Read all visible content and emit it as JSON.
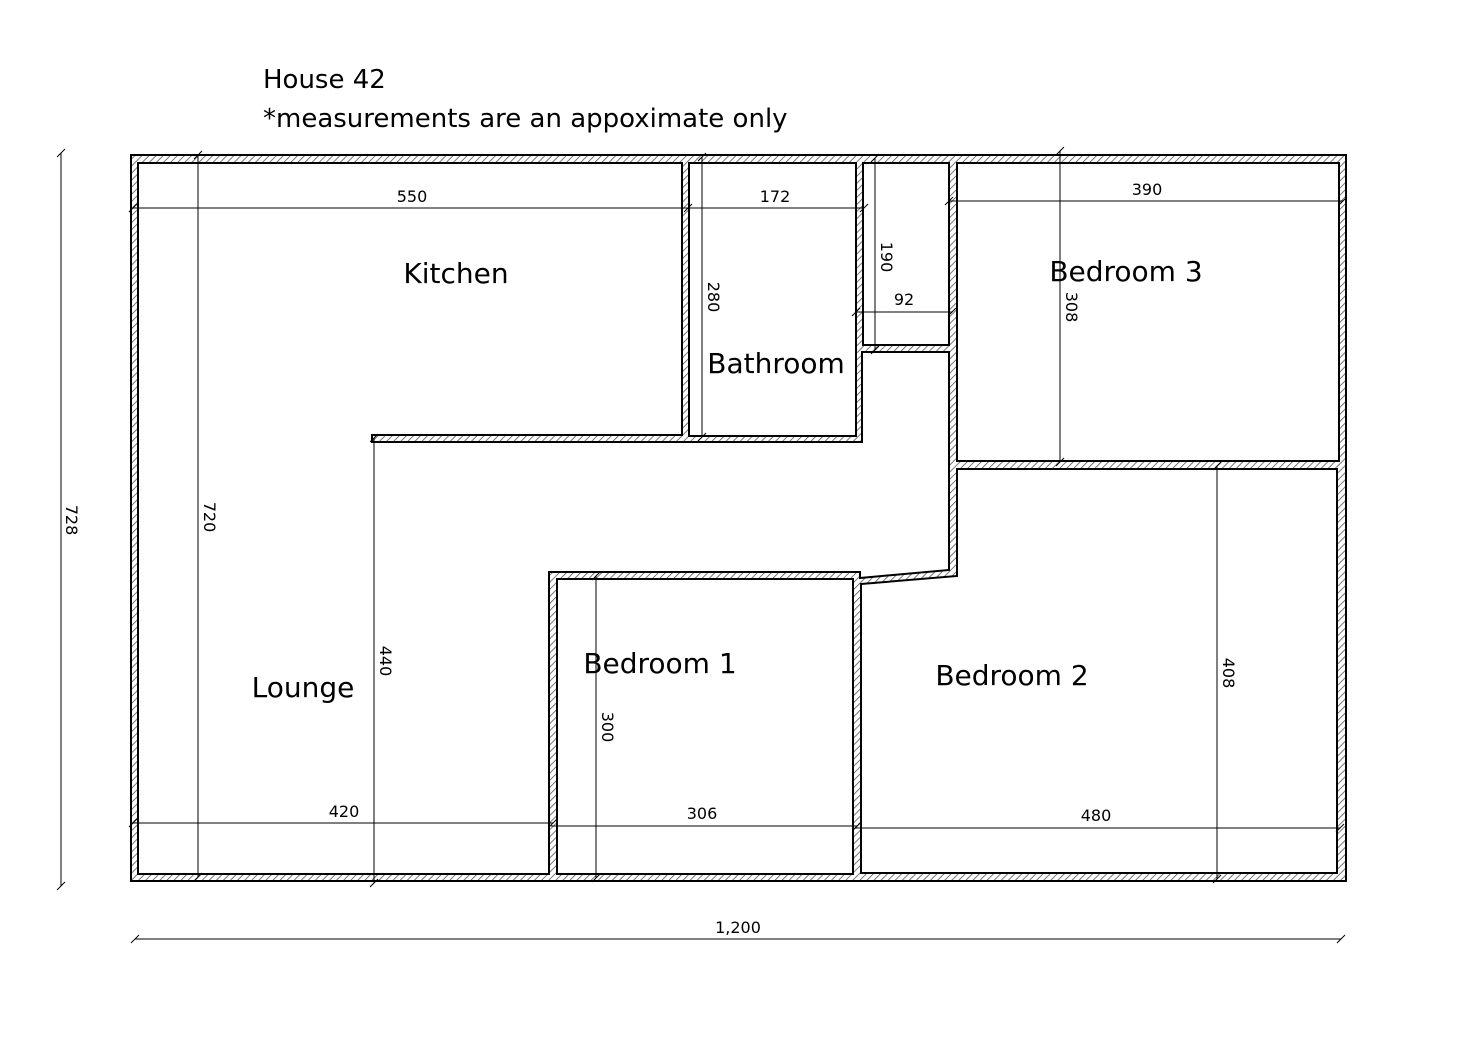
{
  "header": {
    "title": "House 42",
    "note": "*measurements are an appoximate only"
  },
  "rooms": {
    "kitchen": "Kitchen",
    "bathroom": "Bathroom",
    "bedroom1": "Bedroom 1",
    "bedroom2": "Bedroom 2",
    "bedroom3": "Bedroom 3",
    "lounge": "Lounge"
  },
  "dimensions": {
    "kitchen_width": "550",
    "bathroom_width": "172",
    "closet_height": "190",
    "closet_width": "92",
    "bedroom3_width": "390",
    "bathroom_height": "280",
    "bedroom3_height": "308",
    "house_height_outer": "728",
    "house_height_inner": "720",
    "lounge_height": "440",
    "bedroom1_height": "300",
    "bedroom2_height": "408",
    "lounge_width": "420",
    "bedroom1_width": "306",
    "bedroom2_width": "480",
    "house_width": "1,200"
  }
}
